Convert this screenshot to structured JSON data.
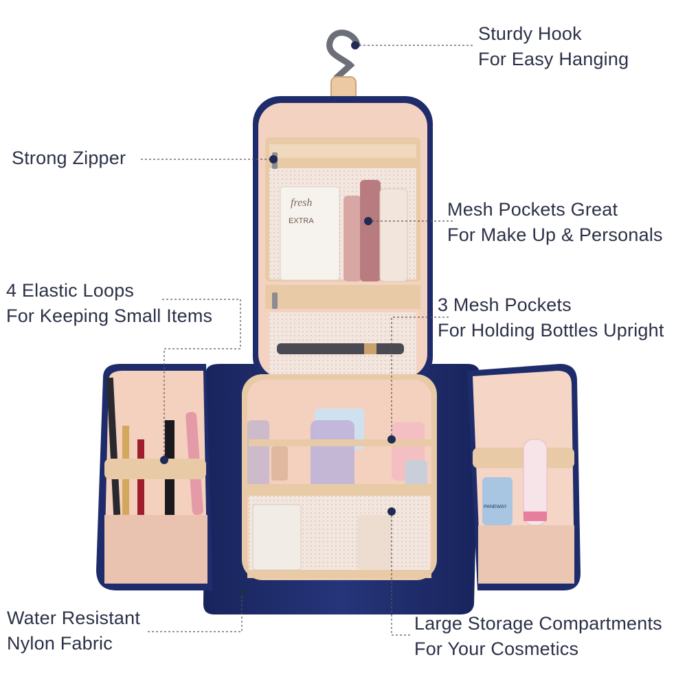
{
  "callouts": {
    "hook": {
      "line1": "Sturdy Hook",
      "line2": "For Easy Hanging"
    },
    "zipper": {
      "line1": "Strong Zipper"
    },
    "mesh_pockets": {
      "line1": "Mesh Pockets Great",
      "line2": "For Make Up & Personals"
    },
    "elastic": {
      "line1": "4 Elastic Loops",
      "line2": "For Keeping Small Items"
    },
    "bottles": {
      "line1": "3 Mesh Pockets",
      "line2": "For Holding Bottles Upright"
    },
    "fabric": {
      "line1": "Water Resistant",
      "line2": "Nylon Fabric"
    },
    "storage": {
      "line1": "Large Storage Compartments",
      "line2": "For Your Cosmetics"
    }
  },
  "product_text": {
    "tube_brand": "fresh",
    "tube_text": "EXTRA",
    "bottle_text": "PANEWAY"
  },
  "colors": {
    "navy": "#1e2c6b",
    "lining": "#f3cdbb",
    "binding": "#e8caa6",
    "mesh": "#efe3dc",
    "label_text": "#2b3046"
  }
}
